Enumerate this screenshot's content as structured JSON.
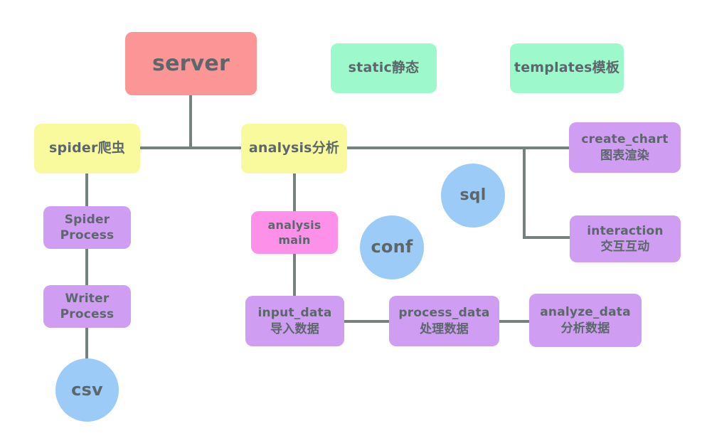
{
  "diagram": {
    "title": "",
    "background": "#ffffff"
  },
  "palette": {
    "server_red": "#fc9595",
    "folder_mint": "#9df8cb",
    "module_yellow": "#f9fa9d",
    "process_purple": "#cf9df2",
    "main_pink": "#fd90e9",
    "file_blue": "#9bcbf6",
    "connector_gray": "#74817e",
    "text_gray": "#5c676b"
  },
  "nodes": {
    "server": {
      "label": "server"
    },
    "static": {
      "label": "static静态"
    },
    "templates": {
      "label": "templates模板"
    },
    "spider": {
      "label": "spider爬虫"
    },
    "analysis": {
      "label": "analysis分析"
    },
    "create_chart": {
      "line1": "create_chart",
      "line2": "图表渲染"
    },
    "interaction": {
      "line1": "interaction",
      "line2": "交互互动"
    },
    "spider_process": {
      "line1": "Spider",
      "line2": "Process"
    },
    "writer_process": {
      "line1": "Writer",
      "line2": "Process"
    },
    "analysis_main": {
      "line1": "analysis",
      "line2": "main"
    },
    "input_data": {
      "line1": "input_data",
      "line2": "导入数据"
    },
    "process_data": {
      "line1": "process_data",
      "line2": "处理数据"
    },
    "analyze_data": {
      "line1": "analyze_data",
      "line2": "分析数据"
    },
    "sql": {
      "label": "sql"
    },
    "conf": {
      "label": "conf"
    },
    "csv": {
      "label": "csv"
    }
  },
  "edges": [
    {
      "from": "server",
      "to": "spider-analysis-junction"
    },
    {
      "from": "spider",
      "to": "analysis"
    },
    {
      "from": "spider",
      "to": "spider_process"
    },
    {
      "from": "spider_process",
      "to": "writer_process"
    },
    {
      "from": "writer_process",
      "to": "csv"
    },
    {
      "from": "analysis",
      "to": "analysis_main"
    },
    {
      "from": "analysis_main",
      "to": "input_data"
    },
    {
      "from": "analysis",
      "to": "create_chart"
    },
    {
      "from": "analysis",
      "to": "interaction"
    },
    {
      "from": "input_data",
      "to": "process_data"
    },
    {
      "from": "process_data",
      "to": "analyze_data"
    }
  ]
}
